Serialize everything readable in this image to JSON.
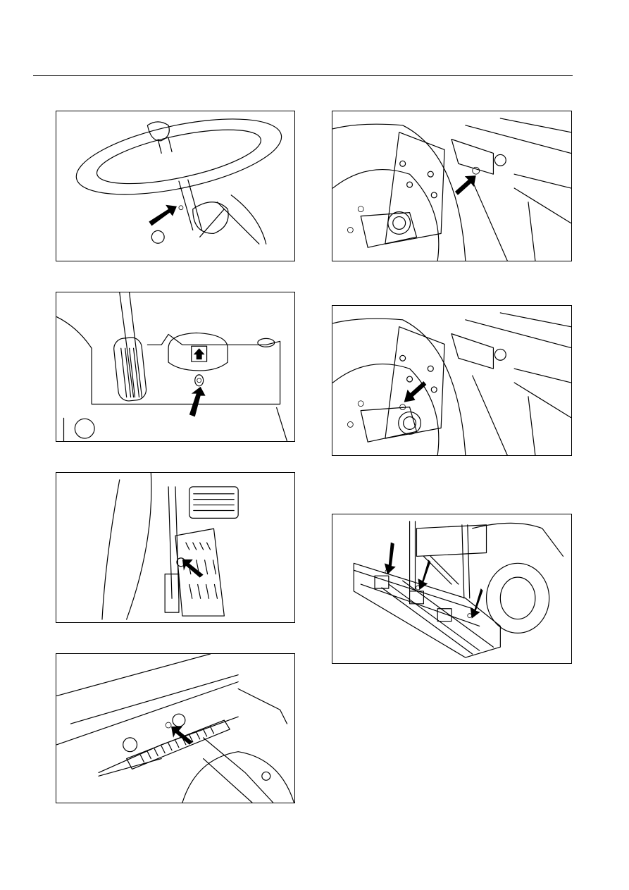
{
  "page": {
    "illustrations": [
      {
        "id": "steering-column-grease-point",
        "arrows": 1
      },
      {
        "id": "lever-pivot-grease-point",
        "arrows": 1
      },
      {
        "id": "pedal-pivot-grease-point",
        "arrows": 1
      },
      {
        "id": "linkage-rod-grease-point",
        "arrows": 1
      },
      {
        "id": "front-axle-bracket-grease-point-upper",
        "arrows": 1
      },
      {
        "id": "front-axle-bracket-grease-point-lower",
        "arrows": 1
      },
      {
        "id": "mower-deck-grease-points",
        "arrows": 3
      }
    ]
  }
}
